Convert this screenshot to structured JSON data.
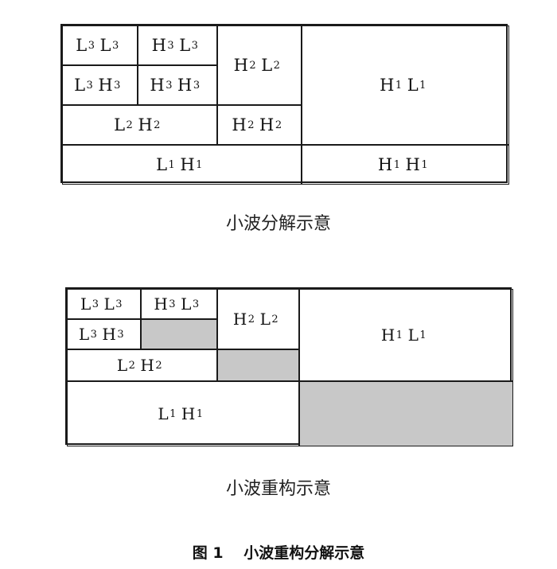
{
  "decomposition": {
    "caption": "小波分解示意",
    "cells": {
      "l3l3": [
        "L",
        "3",
        "L",
        "3"
      ],
      "h3l3": [
        "H",
        "3",
        "L",
        "3"
      ],
      "l3h3": [
        "L",
        "3",
        "H",
        "3"
      ],
      "h3h3": [
        "H",
        "3",
        "H",
        "3"
      ],
      "h2l2": [
        "H",
        "2",
        "L",
        "2"
      ],
      "l2h2": [
        "L",
        "2",
        "H",
        "2"
      ],
      "h2h2": [
        "H",
        "2",
        "H",
        "2"
      ],
      "h1l1": [
        "H",
        "1",
        "L",
        "1"
      ],
      "l1h1": [
        "L",
        "1",
        "H",
        "1"
      ],
      "h1h1": [
        "H",
        "1",
        "H",
        "1"
      ]
    }
  },
  "reconstruction": {
    "caption": "小波重构示意",
    "shade_color": "#c8c8c8",
    "cells": {
      "l3l3": [
        "L",
        "3",
        "L",
        "3"
      ],
      "h3l3": [
        "H",
        "3",
        "L",
        "3"
      ],
      "l3h3": [
        "L",
        "3",
        "H",
        "3"
      ],
      "h2l2": [
        "H",
        "2",
        "L",
        "2"
      ],
      "l2h2": [
        "L",
        "2",
        "H",
        "2"
      ],
      "h1l1": [
        "H",
        "1",
        "L",
        "1"
      ],
      "l1h1": [
        "L",
        "1",
        "H",
        "1"
      ]
    }
  },
  "figure_caption": "图 1　 小波重构分解示意"
}
